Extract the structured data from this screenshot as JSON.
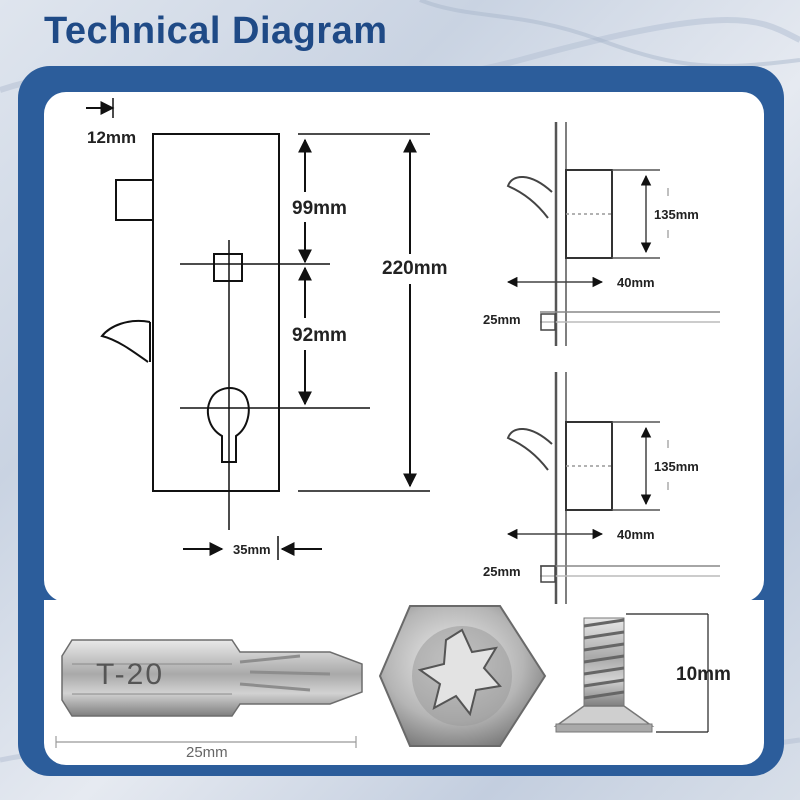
{
  "header": {
    "title": "Technical Diagram"
  },
  "lock_case": {
    "backset_top": "12mm",
    "upper_distance": "99mm",
    "centre_distance": "92mm",
    "overall_height": "220mm",
    "backset": "35mm"
  },
  "keep_top": {
    "height": "135mm",
    "depth": "40mm",
    "offset": "25mm"
  },
  "keep_bottom": {
    "height": "135mm",
    "depth": "40mm",
    "offset": "25mm"
  },
  "bit": {
    "marking": "T-20",
    "length": "25mm"
  },
  "screw": {
    "length": "10mm"
  },
  "colors": {
    "frame": "#2c5d9b",
    "title": "#1f4a86",
    "panel": "#ffffff"
  }
}
